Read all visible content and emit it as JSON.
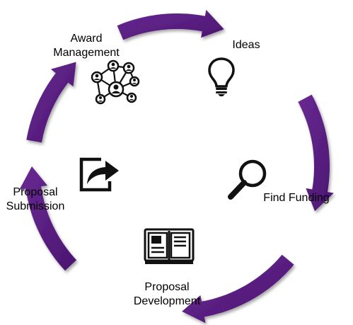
{
  "diagram": {
    "type": "cycle",
    "accent_color": "#5b1e80",
    "icon_color": "#111111",
    "steps": [
      {
        "id": "ideas",
        "label": "Ideas",
        "icon": "lightbulb-icon"
      },
      {
        "id": "find_funding",
        "label": "Find Funding",
        "icon": "magnifying-glass-icon"
      },
      {
        "id": "proposal_development",
        "line1": "Proposal",
        "line2": "Development",
        "icon": "open-book-icon"
      },
      {
        "id": "proposal_submission",
        "line1": "Proposal",
        "line2": "Submission",
        "icon": "share-arrow-icon"
      },
      {
        "id": "award_management",
        "line1": "Award",
        "line2": "Management",
        "icon": "people-network-icon"
      }
    ]
  }
}
